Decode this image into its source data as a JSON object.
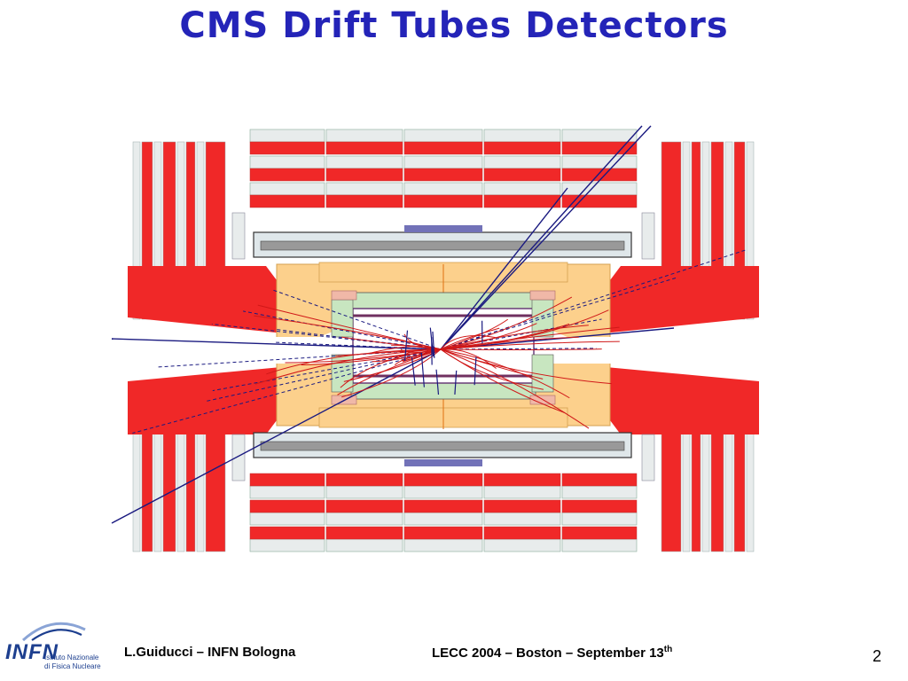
{
  "title": "CMS Drift Tubes Detectors",
  "footer": {
    "author": "L.Guiducci – INFN Bologna",
    "conference": "LECC 2004 – Boston – September 13",
    "conference_sup": "th",
    "page_number": "2"
  },
  "logo": {
    "text": "INFN",
    "line1": "Istituto Nazionale",
    "line2": "di Fisica Nucleare"
  },
  "colors": {
    "title": "#2424b8",
    "yoke_red": "#f02828",
    "chamber_gray": "#e8ecec",
    "calorimeter_orange": "#fcd08c",
    "tracker_green": "#c8e6c0",
    "track_blue": "#1a1a80",
    "track_red": "#d01818",
    "logo_blue": "#1d3f8f"
  }
}
